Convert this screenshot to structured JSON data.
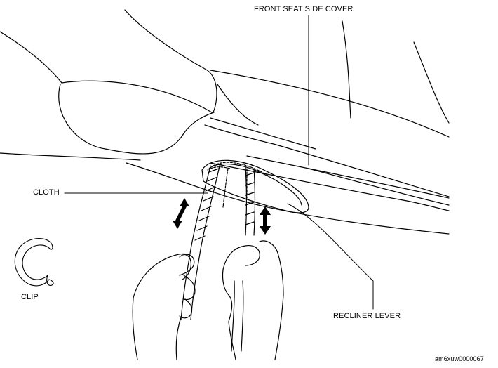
{
  "labels": {
    "front_seat_side_cover": "FRONT SEAT SIDE COVER",
    "cloth": "CLOTH",
    "clip": "CLIP",
    "recliner_lever": "RECLINER LEVER",
    "figure_code": "am6xuw0000067"
  },
  "colors": {
    "line": "#000000",
    "background": "#ffffff"
  },
  "icons": {
    "up_down_arrow": "double-headed vertical arrow"
  }
}
